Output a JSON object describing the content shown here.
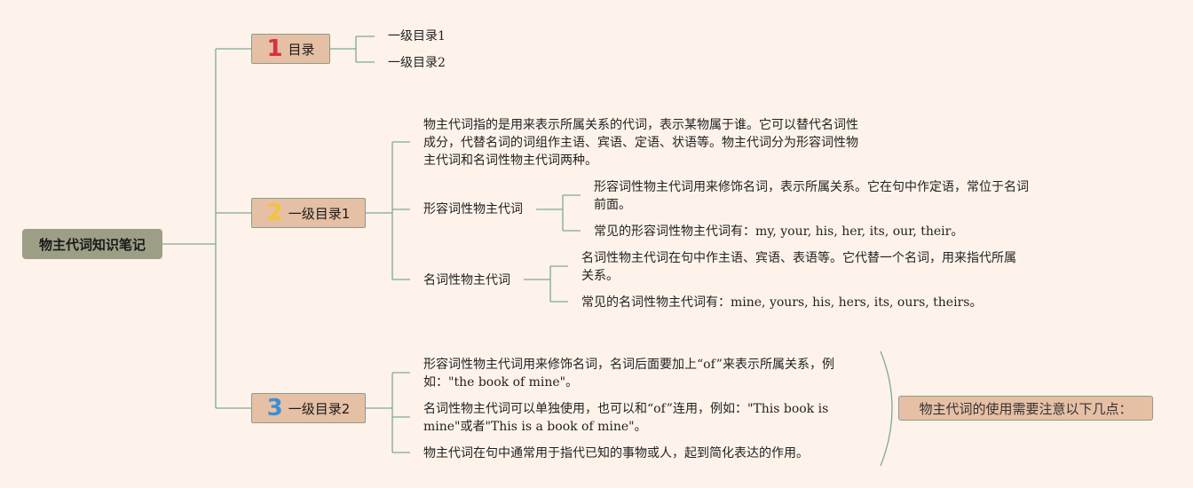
{
  "root": {
    "label": "物主代词知识笔记"
  },
  "branches": [
    {
      "number": "1",
      "label": "目录",
      "items": [
        "一级目录1",
        "一级目录2"
      ]
    },
    {
      "number": "2",
      "label": "一级目录1",
      "definition": "物主代词指的是用来表示所属关系的代词，表示某物属于谁。它可以替代名词性成分，代替名词的词组作主语、宾语、定语、状语等。物主代词分为形容词性物主代词和名词性物主代词两种。",
      "adjective": {
        "label": "形容词性物主代词",
        "items": [
          "形容词性物主代词用来修饰名词，表示所属关系。它在句中作定语，常位于名词前面。",
          "常见的形容词性物主代词有：my, your, his, her, its, our, their。"
        ]
      },
      "nominal": {
        "label": "名词性物主代词",
        "items": [
          "名词性物主代词在句中作主语、宾语、表语等。它代替一个名词，用来指代所属关系。",
          "常见的名词性物主代词有：mine, yours, his, hers, its, ours, theirs。"
        ]
      }
    },
    {
      "number": "3",
      "label": "一级目录2",
      "items": [
        "形容词性物主代词用来修饰名词，名词后面要加上“of”来表示所属关系，例如：\"the book of mine\"。",
        "名词性物主代词可以单独使用，也可以和“of”连用，例如：\"This book is mine\"或者\"This is a book of mine\"。",
        "物主代词在句中通常用于指代已知的事物或人，起到简化表达的作用。"
      ],
      "summary": "物主代词的使用需要注意以下几点："
    }
  ],
  "colors": {
    "background": "#fdf3ea",
    "root_fill": "#9c9e86",
    "branch_fill": "#e6c0a5",
    "connector": "#7fa898",
    "number_1": "#d8323c",
    "number_2": "#f2c43a",
    "number_3": "#3b8fd6"
  }
}
